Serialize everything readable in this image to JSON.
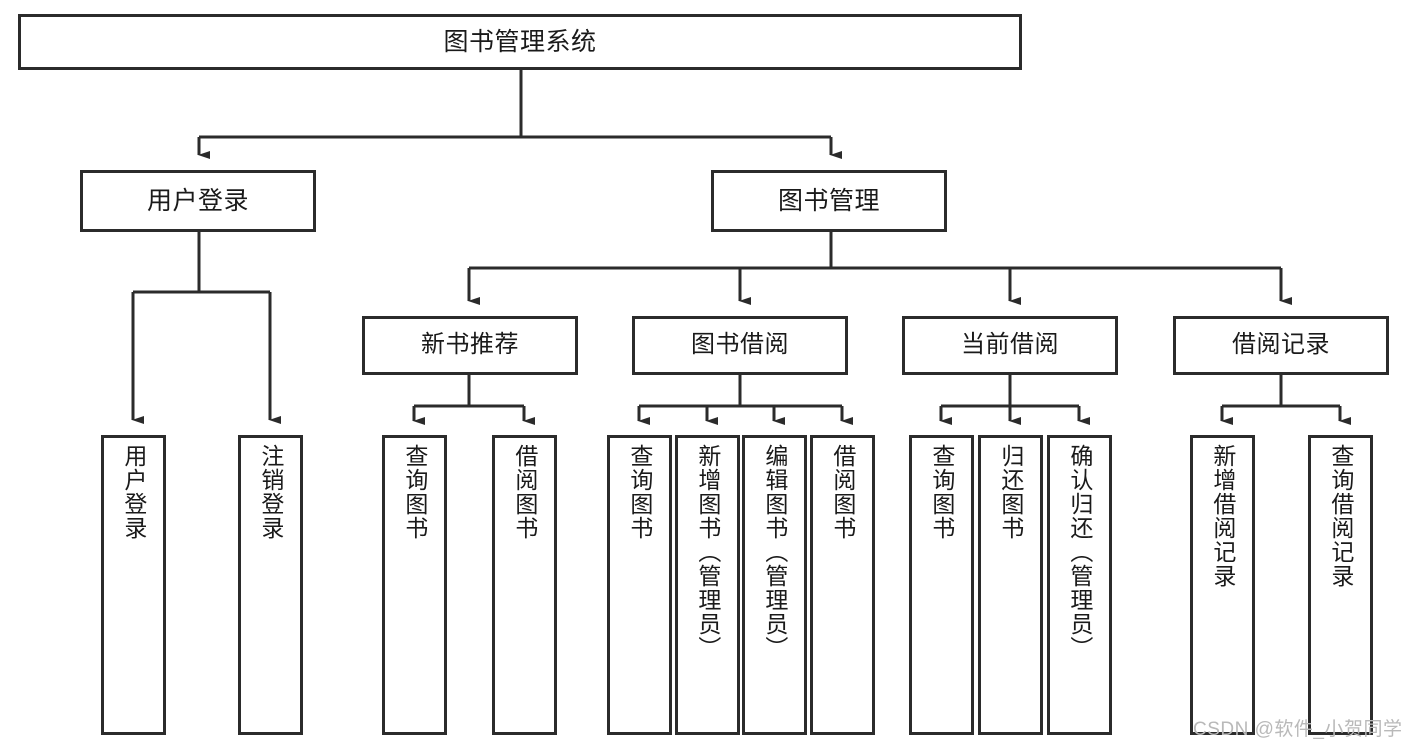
{
  "diagram": {
    "title": "图书管理系统",
    "type": "tree-hierarchy",
    "root": {
      "id": "root",
      "label": "图书管理系统"
    },
    "level2": [
      {
        "id": "user-login",
        "label": "用户登录"
      },
      {
        "id": "book-manage",
        "label": "图书管理"
      }
    ],
    "level3": [
      {
        "id": "new-book-rec",
        "label": "新书推荐"
      },
      {
        "id": "book-borrow",
        "label": "图书借阅"
      },
      {
        "id": "current-borrow",
        "label": "当前借阅"
      },
      {
        "id": "borrow-record",
        "label": "借阅记录"
      }
    ],
    "leaves": {
      "user_login": [
        {
          "id": "leaf-user-login",
          "label": "用户登录"
        },
        {
          "id": "leaf-logout",
          "label": "注销登录"
        }
      ],
      "new_book_rec": [
        {
          "id": "leaf-query-book-1",
          "label": "查询图书"
        },
        {
          "id": "leaf-borrow-book-1",
          "label": "借阅图书"
        }
      ],
      "book_borrow": [
        {
          "id": "leaf-query-book-2",
          "label": "查询图书"
        },
        {
          "id": "leaf-add-book",
          "label": "新增图书（管理员）"
        },
        {
          "id": "leaf-edit-book",
          "label": "编辑图书（管理员）"
        },
        {
          "id": "leaf-borrow-book-2",
          "label": "借阅图书"
        }
      ],
      "current_borrow": [
        {
          "id": "leaf-query-book-3",
          "label": "查询图书"
        },
        {
          "id": "leaf-return-book",
          "label": "归还图书"
        },
        {
          "id": "leaf-confirm-return",
          "label": "确认归还（管理员）"
        }
      ],
      "borrow_record": [
        {
          "id": "leaf-add-record",
          "label": "新增借阅记录"
        },
        {
          "id": "leaf-query-record",
          "label": "查询借阅记录"
        }
      ]
    }
  },
  "watermark": {
    "text": "CSDN @软件_小贺同学"
  },
  "colors": {
    "border": "#2b2b2b",
    "text": "#1a1a1a",
    "background": "#ffffff",
    "watermark": "#b9b9b9"
  }
}
